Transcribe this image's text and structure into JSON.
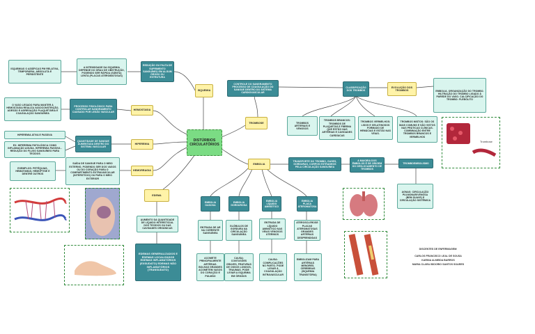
{
  "center": "DISTÚRBIOS CIRCULATÓRIOS",
  "topics": {
    "isquemia": "ISQUEMIA",
    "hemostasia": "HEMOSTASIA",
    "hiperemia": "HIPEREMIA",
    "hemorragia": "HEMORRAGIA",
    "edema": "EDEMA",
    "trombose": "TROMBOSE",
    "embolia": "EMBOLIA"
  },
  "isquemia_nodes": {
    "intensidade": "A INTENSIDADE DA ISQUEMIA DEPENDE DO GRAU DE OBSTRUÇÃO, PODENDO SER RÁPIDA (SÚBITA) LENTA (PLACAS ATEROMATOSAS)",
    "reducao": "REDUÇÃO OU FALTA DE SUPRIMENTO SANGUÍNEO EM ALGUM ÓRGÃO OU ESTRUTURA",
    "tipos": "ISQUEMIAS O ASSÍFICAS PM RELATIVA, TEMPORÁRIA, ABSOLUTA E PERSISTENTE"
  },
  "hemostasia_nodes": {
    "processo": "PROCESSO FISIOLÓGICO PARA CONTROLAR SANGRAMENTO CAUSADO POR LESÃO VASCULAR",
    "lesao": "O VASO LESADO PARA MANTER A HEMOSTASIA REALIZA VASOCONSTRIÇÃO, ADESÃO E AGREGAÇÃO PLAQUETÁRIA E COAGULAÇÃO SANGUÍNEA"
  },
  "hiperemia_nodes": {
    "quantidade": "QUANTIDADE DE SANGUE AUMENTADA DENTRO DO SISTEMA VASCULAR",
    "ativa": "HIPEREMIA ATIVA E PASSIVA",
    "ex": "EX: HIPEREMIA PATOLÓGICA COMO INFLAMAÇÃO AGUDA. HIPEREMIA PASSIVA - REDUÇÃO DO FLUXO SANGUÍNEO PARA TECIDOS"
  },
  "hemorragia_nodes": {
    "saida": "SAÍDA DE SANGUE PARA O MEIO EXTERNO, PODENDO SER DOS VASOS OU DO CORAÇÃO PARA O COMPARTIMENTO EXTRAVASCULAR (INTERSTÍCIO) OU PARA O MEIO EXTERIOR",
    "exemplos": "EXEMPLOS: PETÉQUIAS, HEMATOMAS, HEMOPTISE E DENTRE OUTROS"
  },
  "edema_nodes": {
    "aumento": "AUMENTO DA QUANTIDADE DE LÍQUIDO INTERSTICIAL DOS TECIDOS OU DAS CAVIDADES ORGÂNICAS",
    "tipos": "EDEMAS GENERALIZADOS E EDEMAS LOCALIZADOS EDEMAS INFLAMATÓRIOS (EXSUDATO) EDEMAS NÃO INFLAMATÓRIOS (TRANSUDATO)"
  },
  "trombose_nodes": {
    "controle": "CONTROLE DO SANGRAMENTO PROCESSO DE COAGULAÇÃO DO SANGUE DENTRO DO SISTEMA CARDIOVASCULAR",
    "classificacao": "CLASSIFICAÇÃO DOS TROMBOS",
    "evolucao": "EVOLUÇÃO DOS TROMBOS",
    "evolucao_det": "EMBOLIA. ORGANIZAÇÃO DO TROMBO. HILTRAÇÃO DO TROMBO LIGADO À PAREDE DO VASO. CALCIFICAÇÃO DO TROMBO: FLEBÓLITO",
    "t1": "TROMBOS ARTERIAIS E VENOSOS",
    "t2": "TROMBOS BRANCOS: TROMBOS DE PLAQUETAS E FIBRINA QUE ESTÃO NAS ARTÉRIAS E CAVIDADES CARDÍACAS",
    "t3": "TROMBOS VERMELHOS: LISOS E GELATINOSOS FORMADO DE HEMÁCIAS E ESTÃO NAS VEIAS.",
    "t4": "TROMBOS MISTOS: SÃO OS MAIS COMUNS E SÃO VISTOS NAS PRÁTICAS CLÍNICAS. COMBINAÇÃO ENTRE TROMBOS BRANCOS E VERMELHOS"
  },
  "embolia_nodes": {
    "transporte": "TRANSPORTE DO TROMBO, GASES, GORDURAS, CORPOS ESTRANHOS PELA CIRCULAÇÃO SANGUÍNEA",
    "origem": "A MAIORIA DOS ÊMBOLOS É DE ORIGEM DO DESLOCAMENTO DE TROMBOS",
    "tromboembolismo": "TROMBOEMBOLISMO",
    "tromboembolismo_det": "AGNAS: CIRCULAÇÃO PULMONAR/VENOSA (BEM SUAVE) E CIRCULAÇÃO SISTÊMICA",
    "gasosa": "EMBOLIA GASOSA",
    "gordurosa": "EMBOLIA GORDUROSA",
    "liquido": "EMBOLIA LÍQUIDO AMNIÓTICO",
    "placa": "EMBOLIA PLACA ATEROMATOSA",
    "gasosa_desc": "ENTRADA DE AR NA CORRENTE SANGUÍNEA",
    "gordurosa_desc": "GLÓBULOS DE GORDURA NA CIRCULAÇÃO SANGUÍNEA",
    "liquido_desc": "ENTRADA DE LÍQUIDO AMNIÓTICO NAS VEIAS VENOSOS UTERINOS",
    "placa_desc": "ATEROSCLEROSE PLACAS ATEROMATOSAS GRANDES ARTÉRIAS DESPRENDIDAS",
    "gasosa_cons": "ACOMETE PRINCIPALMENTE ARTÉRIAS. BOLHAS GRANDES ACOMETEM VASOS DO CORAÇÃO E PULMÃO",
    "gordurosa_cons": "CAUSA: CONTUSÕES GRAVES, FRATURAS DE OSSOS LONGOS, TRAUMAS. PODE LEVAR A ISQUEMIA EM ÓRGÃOS",
    "liquido_cons": "CAUSA: COMPLICAÇÕES NO PARTO. PODE LEVAR À COAGULAÇÃO INTRAVASCULAR",
    "placa_cons": "EMBOLIZAM PARA ARTÉRIAS MENORES. CEREBRAIS (ISQUEMIA TRANSITÓRIA)"
  },
  "figures": {
    "thrombus_label": "Trombose"
  },
  "credits": {
    "title": "DISCENTES DE ENFERMAGEM:",
    "names": [
      "CARLOS FRANCISCO LEAL DE SOUSA",
      "KARINA ALMEIDA BARROS",
      "MARIA CLARA ISIDORIO SANTOS SOARES"
    ]
  }
}
